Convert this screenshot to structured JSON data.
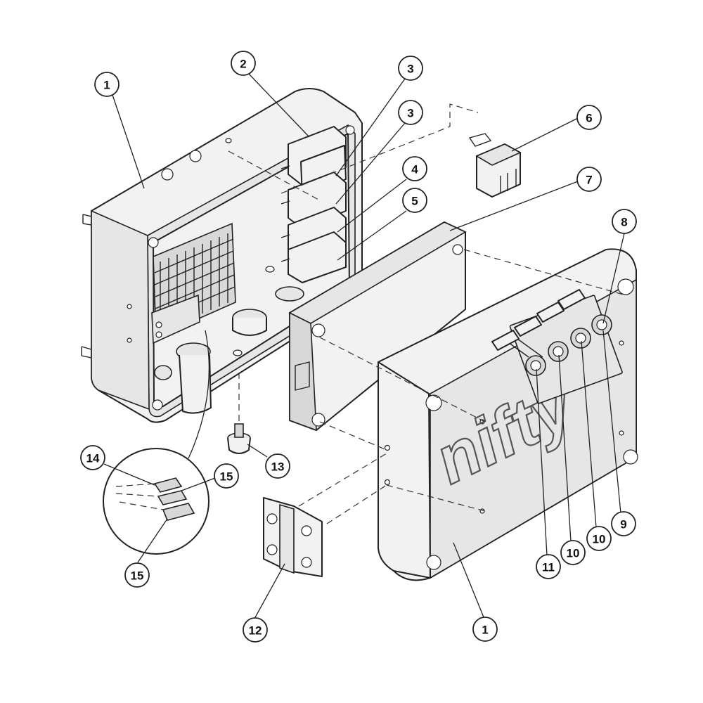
{
  "diagram": {
    "logo_text": "nifty",
    "callouts": [
      {
        "id": "c1a",
        "label": "1"
      },
      {
        "id": "c2",
        "label": "2"
      },
      {
        "id": "c3a",
        "label": "3"
      },
      {
        "id": "c3b",
        "label": "3"
      },
      {
        "id": "c4",
        "label": "4"
      },
      {
        "id": "c5",
        "label": "5"
      },
      {
        "id": "c6",
        "label": "6"
      },
      {
        "id": "c7",
        "label": "7"
      },
      {
        "id": "c8",
        "label": "8"
      },
      {
        "id": "c9",
        "label": "9"
      },
      {
        "id": "c10a",
        "label": "10"
      },
      {
        "id": "c10b",
        "label": "10"
      },
      {
        "id": "c11",
        "label": "11"
      },
      {
        "id": "c12",
        "label": "12"
      },
      {
        "id": "c13",
        "label": "13"
      },
      {
        "id": "c14",
        "label": "14"
      },
      {
        "id": "c15a",
        "label": "15"
      },
      {
        "id": "c15b",
        "label": "15"
      },
      {
        "id": "c1b",
        "label": "1"
      }
    ]
  }
}
